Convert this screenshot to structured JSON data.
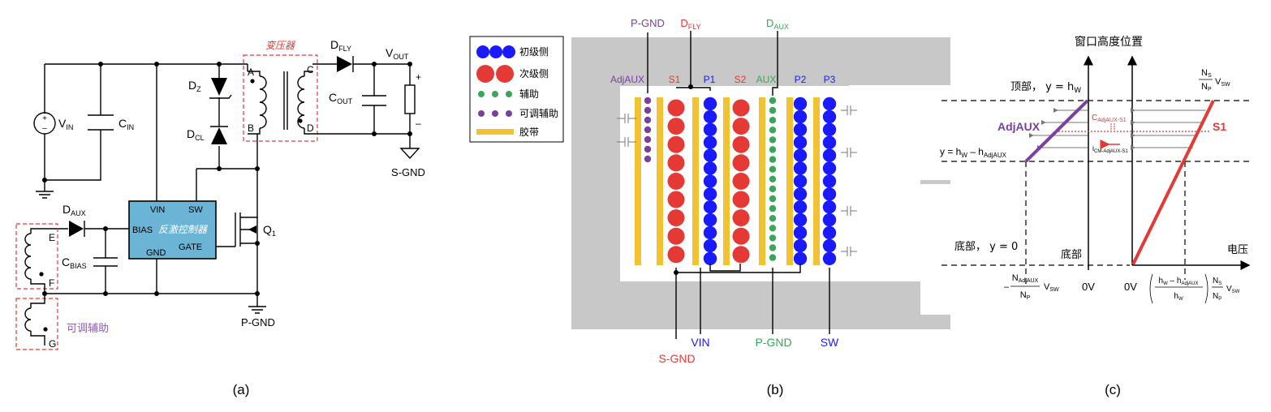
{
  "panel_a": {
    "caption": "(a)",
    "vin": "V",
    "vin_sub": "IN",
    "cin": "C",
    "cin_sub": "IN",
    "dz": "D",
    "dz_sub": "Z",
    "dcl": "D",
    "dcl_sub": "CL",
    "transformer_label": "变压器",
    "pin_a": "A",
    "pin_b": "B",
    "pin_c": "C",
    "pin_d": "D",
    "dfly": "D",
    "dfly_sub": "FLY",
    "vout": "V",
    "vout_sub": "OUT",
    "cout": "C",
    "cout_sub": "OUT",
    "plus": "+",
    "minus": "–",
    "sgnd": "S-GND",
    "daux": "D",
    "daux_sub": "AUX",
    "cbias": "C",
    "cbias_sub": "BIAS",
    "controller": {
      "vin": "VIN",
      "sw": "SW",
      "bias": "BIAS",
      "title": "反激控制器",
      "gate": "GATE",
      "gnd": "GND",
      "color": "#6cb4d6"
    },
    "q1": "Q",
    "q1_sub": "1",
    "pgnd": "P-GND",
    "pin_e": "E",
    "pin_f": "F",
    "pin_g": "G",
    "adj_aux": "可调辅助"
  },
  "panel_b": {
    "caption": "(b)",
    "legend": {
      "primary": "初级侧",
      "secondary": "次级侧",
      "aux": "辅助",
      "adj_aux": "可调辅助",
      "tape": "胶带"
    },
    "top_labels": {
      "pgnd": "P-GND",
      "dfly": "D",
      "dfly_sub": "FLY",
      "daux": "D",
      "daux_sub": "AUX"
    },
    "column_labels": {
      "adjaux": "AdjAUX",
      "s1": "S1",
      "p1": "P1",
      "s2": "S2",
      "aux": "AUX",
      "p2": "P2",
      "p3": "P3"
    },
    "bottom_labels": {
      "sgnd": "S-GND",
      "vin": "VIN",
      "pgnd": "P-GND",
      "sw": "SW"
    },
    "colors": {
      "primary": "#1a1aff",
      "secondary": "#e53935",
      "aux": "#3aa65a",
      "adj_aux": "#7b3fa0",
      "tape": "#f3c233",
      "core": "#c8c8c8"
    }
  },
  "panel_c": {
    "caption": "(c)",
    "y_axis_title": "窗口高度位置",
    "top_label": "顶部，  y = h",
    "top_label_sub": "W",
    "mid_label": "y = h",
    "mid_label_sub1": "W",
    "mid_label_mid": " – h",
    "mid_label_sub2": "AdjAUX",
    "bottom_label": "底部，  y = 0",
    "bottom_axis_label": "底部",
    "voltage_label": "电压",
    "adjaux_label": "AdjAUX",
    "s1_label": "S1",
    "cap_label": "C",
    "cap_label_sub": "AdjAUX-S1",
    "i_label": "i",
    "i_label_sub": "CM-AdjAUX-S1",
    "left_zero": "0V",
    "right_zero": "0V",
    "left_frac_num": "N",
    "left_frac_num_sub": "AdjAUX",
    "left_frac_den": "N",
    "left_frac_den_sub": "P",
    "left_vsw": "V",
    "left_vsw_sub": "SW",
    "top_frac_num": "N",
    "top_frac_num_sub": "S",
    "top_frac_den": "N",
    "top_frac_den_sub": "P",
    "top_vsw": "V",
    "top_vsw_sub": "SW",
    "right_expr_num": "h",
    "right_expr_num_sub1": "W",
    "right_expr_num_mid": " – h",
    "right_expr_num_sub2": "AdjAUX",
    "right_expr_den": "h",
    "right_expr_den_sub": "W",
    "right_frac_num": "N",
    "right_frac_num_sub": "S",
    "right_frac_den": "N",
    "right_frac_den_sub": "P",
    "right_vsw": "V",
    "right_vsw_sub": "SW"
  }
}
